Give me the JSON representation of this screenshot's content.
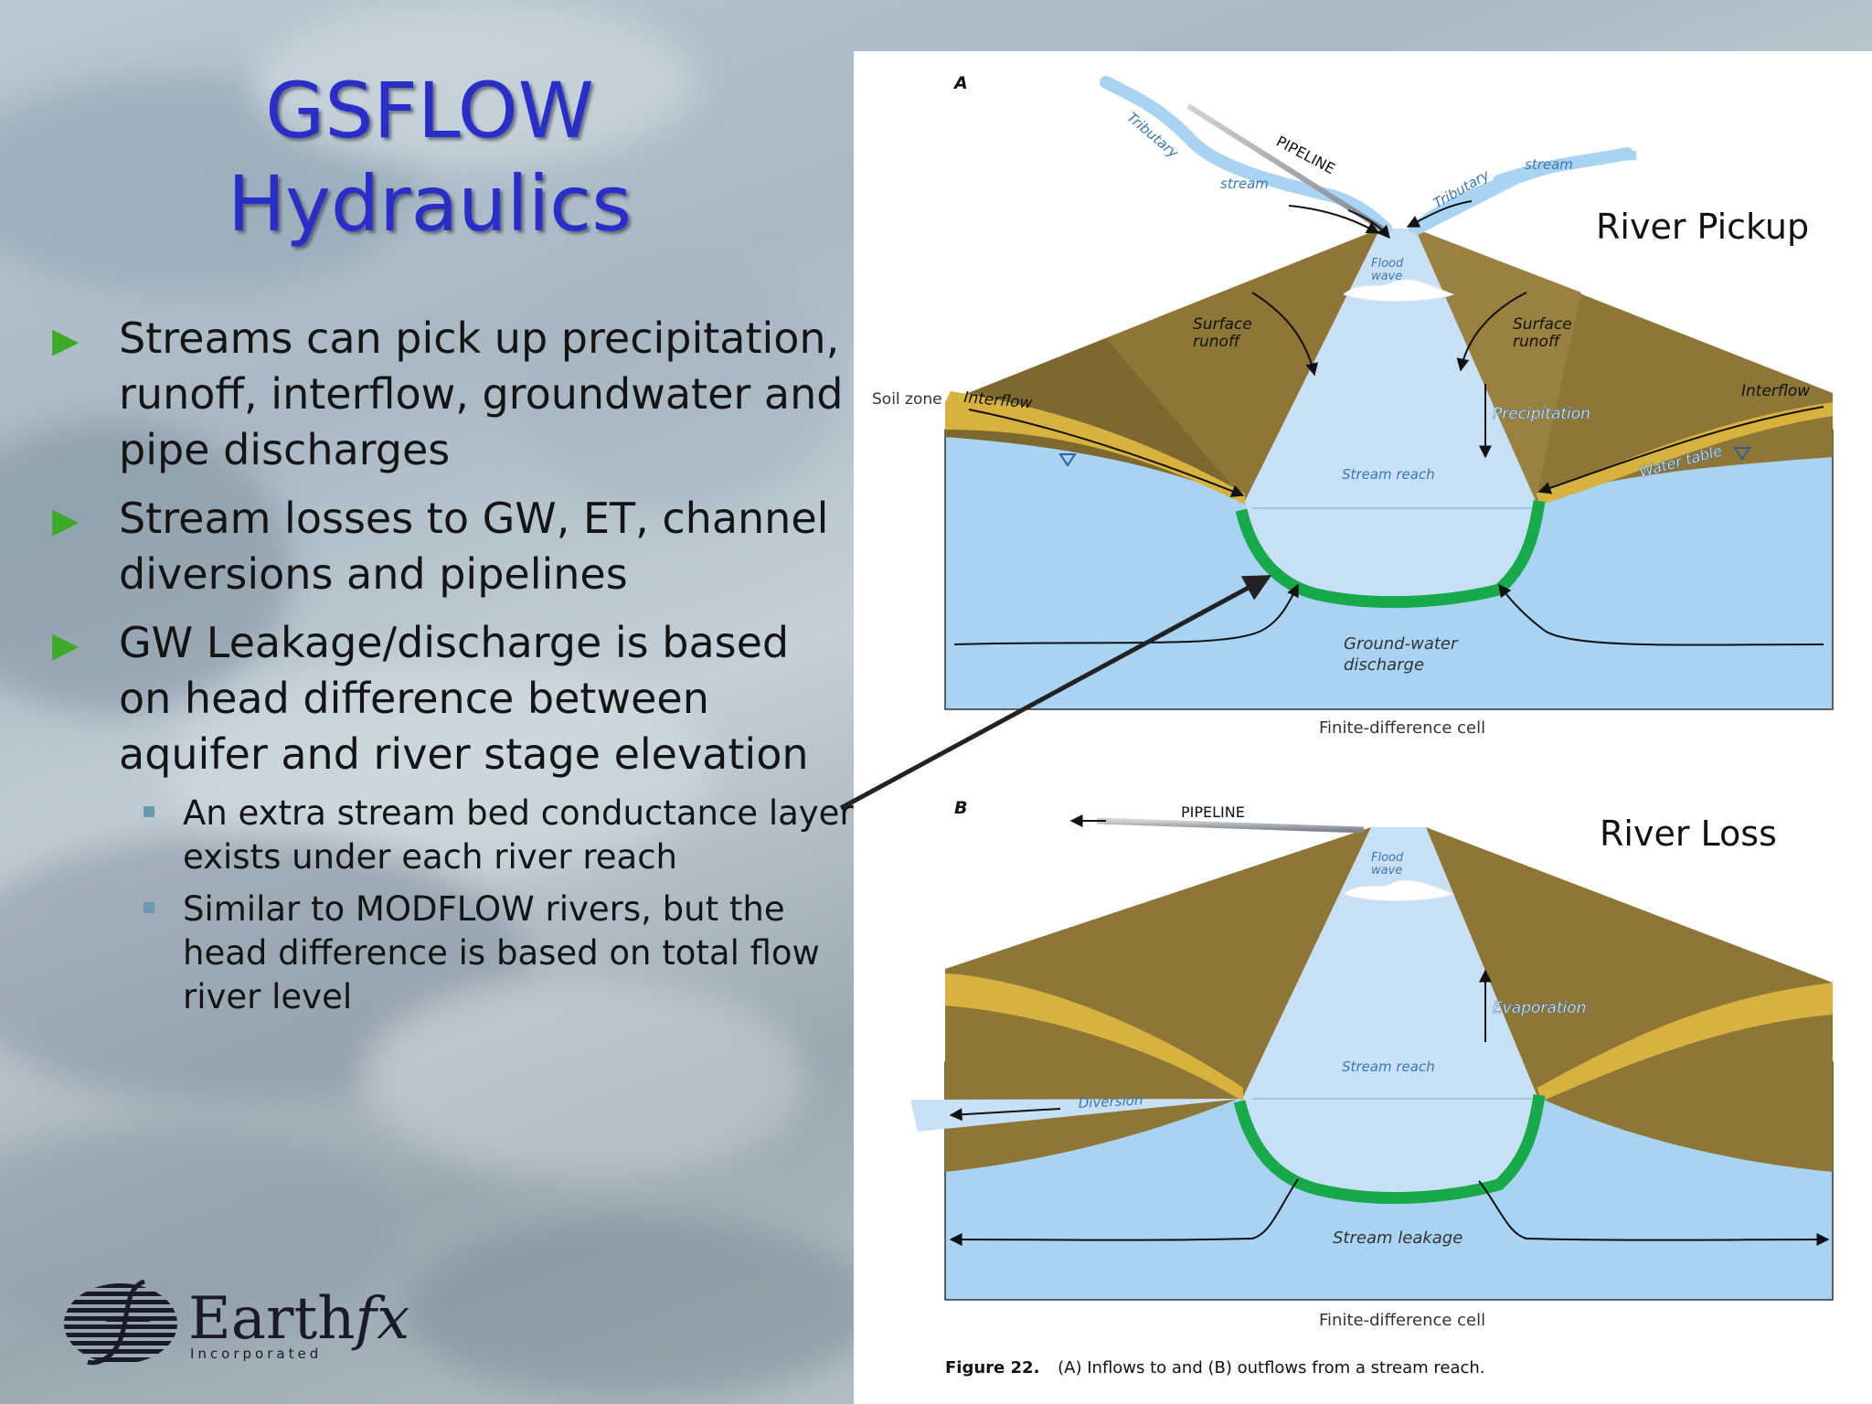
{
  "title": {
    "line1": "GSFLOW",
    "line2": "Hydraulics"
  },
  "bullets": [
    {
      "text": "Streams can pick up precipitation, runoff, interflow, groundwater and pipe discharges"
    },
    {
      "text": "Stream losses to GW, ET, channel diversions and pipelines"
    },
    {
      "text": "GW Leakage/discharge is based on head difference between aquifer and river stage elevation"
    }
  ],
  "sub_bullets": [
    {
      "text": "An extra stream bed conductance layer exists under each river reach"
    },
    {
      "text": "Similar to MODFLOW rivers, but the head difference is based on total flow river level"
    }
  ],
  "side_labels": {
    "pickup": "River Pickup",
    "loss": "River Loss"
  },
  "logo": {
    "name": "Earth",
    "suffix": "fx",
    "sub": "Incorporated"
  },
  "figure": {
    "panel_a": {
      "letter": "A",
      "labels": {
        "tributary": "Tributary",
        "stream_left": "stream",
        "pipeline": "PIPELINE",
        "stream_right": "stream",
        "tributary_right": "Tributary",
        "flood_wave": "Flood wave",
        "surface_runoff_left": "Surface runoff",
        "surface_runoff_right": "Surface runoff",
        "soil_zone": "Soil zone",
        "interflow_left": "Interflow",
        "interflow_right": "Interflow",
        "precipitation": "Precipitation",
        "water_table": "Water table",
        "stream_reach": "Stream reach",
        "groundwater_discharge": "Ground-water discharge",
        "cell": "Finite-difference cell"
      }
    },
    "panel_b": {
      "letter": "B",
      "labels": {
        "pipeline": "PIPELINE",
        "flood_wave": "Flood wave",
        "evaporation": "Evaporation",
        "stream_reach": "Stream reach",
        "diversion": "Diversion",
        "stream_leakage": "Stream leakage",
        "cell": "Finite-difference cell"
      }
    },
    "caption": {
      "number": "Figure 22.",
      "text": "(A) Inflows to and (B) outflows from a stream reach."
    }
  },
  "colors": {
    "title": "#2a2ec8",
    "bullet": "#3daa2a",
    "soil": "#8e7636",
    "interflow": "#d8b23e",
    "groundwater": "#a8d3f2",
    "stream": "#c8e0f6",
    "streambed": "#17a94a",
    "label_blue": "#3a78b0"
  }
}
